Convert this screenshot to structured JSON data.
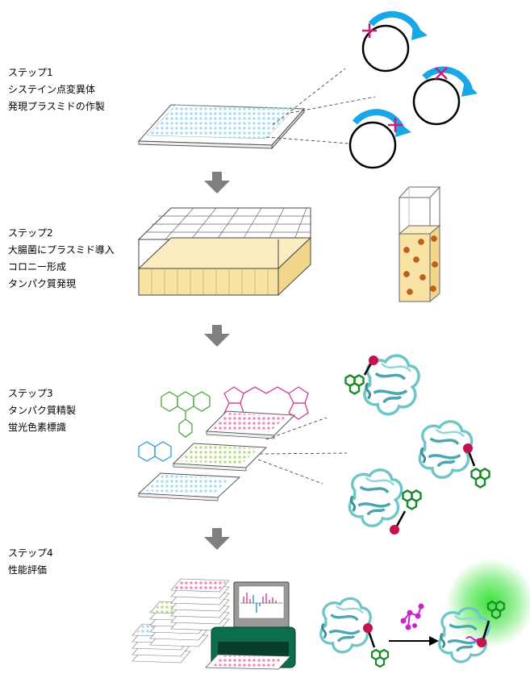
{
  "steps": [
    {
      "title": "ステップ1",
      "lines": [
        "システイン点変異体",
        "発現プラスミドの作製"
      ]
    },
    {
      "title": "ステップ2",
      "lines": [
        "大腸菌にプラスミド導入",
        "コロニー形成",
        "タンパク質発現"
      ]
    },
    {
      "title": "ステップ3",
      "lines": [
        "タンパク質精製",
        "蛍光色素標識"
      ]
    },
    {
      "title": "ステップ4",
      "lines": [
        "性能評価"
      ]
    }
  ],
  "colors": {
    "plasmid_arrow": "#1aa7e8",
    "mutation_mark": "#d01a7a",
    "plate_blue": "#a9dcf2",
    "plate_green": "#b7dc8a",
    "plate_pink": "#f08cc0",
    "agar": "#f8e2a4",
    "colony": "#c0601a",
    "protein": "#6fc6c6",
    "dye_green": "#1a8a2a",
    "dye_pink": "#d43c9a",
    "dye_blue": "#2a9ad6",
    "reader_green": "#0c6e4a",
    "step_arrow": "#7f7f7f",
    "ligand": "#cc22cc",
    "glow": "#30e030"
  },
  "icons": [
    "plasmid-icon",
    "well-plate-icon",
    "culture-dish-icon",
    "cuvette-icon",
    "dye-molecule-icon",
    "protein-structure-icon",
    "plate-reader-icon",
    "monitor-icon"
  ]
}
